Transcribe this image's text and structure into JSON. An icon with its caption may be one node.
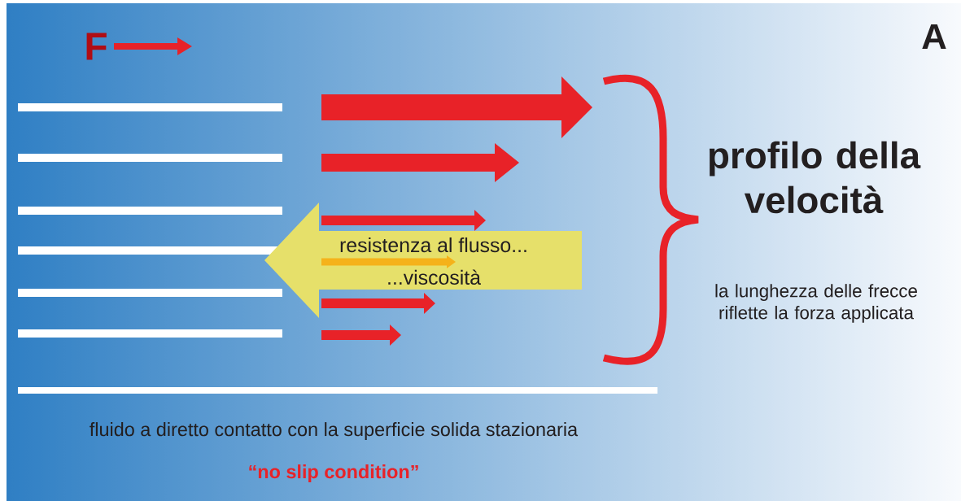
{
  "diagram": {
    "nodes": [
      {
        "text": [
          "resistenza al flusso...",
          "...viscosità"
        ]
      }
    ],
    "labels": [
      "F",
      "A",
      "profilo della velocità",
      "la lunghezza delle frecce riflette la forza applicata",
      "fluido a diretto contatto con la superficie solida stazionaria",
      "“no slip condition”"
    ]
  }
}
